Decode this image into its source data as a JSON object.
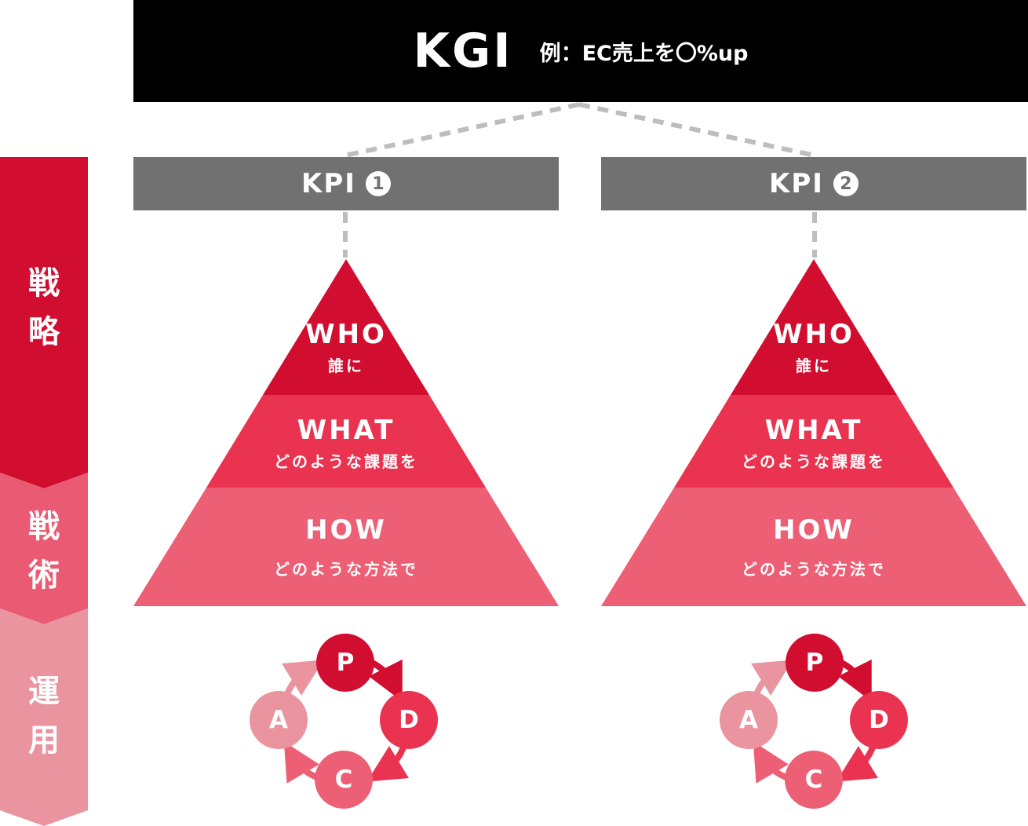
{
  "kgi": {
    "title": "KGI",
    "subtitle": "例：EC売上を〇%up"
  },
  "kpis": [
    {
      "label": "KPI",
      "number": "1"
    },
    {
      "label": "KPI",
      "number": "2"
    }
  ],
  "stages": [
    {
      "label_top": "戦",
      "label_bottom": "略",
      "color": "#d10d30"
    },
    {
      "label_top": "戦",
      "label_bottom": "術",
      "color": "#ea5a72"
    },
    {
      "label_top": "運",
      "label_bottom": "用",
      "color": "#e9949f"
    }
  ],
  "pyramid": {
    "levels": [
      {
        "en": "WHO",
        "jp": "誰に",
        "color": "#d10d30"
      },
      {
        "en": "WHAT",
        "jp": "どのような課題を",
        "color": "#ea3350"
      },
      {
        "en": "HOW",
        "jp": "どのような方法で",
        "color": "#ec5f75"
      }
    ]
  },
  "pdca": {
    "nodes": [
      {
        "letter": "P",
        "color": "#d10d30"
      },
      {
        "letter": "D",
        "color": "#ea3350"
      },
      {
        "letter": "C",
        "color": "#ec5f75"
      },
      {
        "letter": "A",
        "color": "#e9949f"
      }
    ]
  },
  "colors": {
    "kgi_bg": "#000000",
    "kpi_bg": "#717171",
    "connector": "#bdbdbd"
  }
}
